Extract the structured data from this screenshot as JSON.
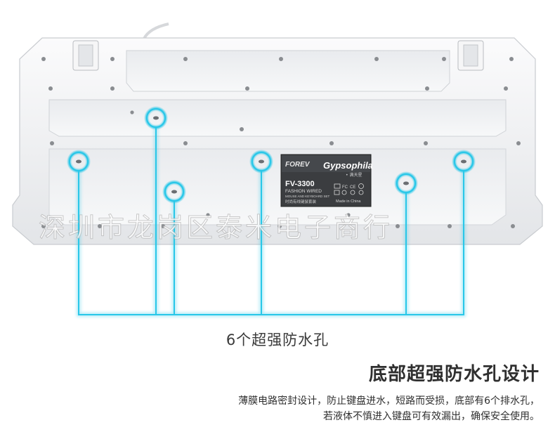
{
  "watermark": "深圳市龙岗区泰米电子商行",
  "badge": {
    "brand_left": "FOREV",
    "brand_right": "Gypsophila",
    "sub_right": "• 满天星",
    "model": "FV-3300",
    "line1": "FASHION WIRED",
    "line2": "MOUSE AND KEYBOARD SET",
    "line3": "时尚有线键鼠套装",
    "made_in": "Made in China"
  },
  "caption": "6个超强防水孔",
  "heading": "底部超强防水孔设计",
  "description_line1": "薄膜电路密封设计，防止键盘进水，短路而受损，底部有6个排水孔，",
  "description_line2": "若液体不慎进入键盘可有效漏出，确保安全使用。",
  "colors": {
    "highlight": "#29c7e8",
    "keyboard_body": "#f2f3f5",
    "badge_bg": "#3b3d40"
  },
  "drain_hole_count": 6
}
